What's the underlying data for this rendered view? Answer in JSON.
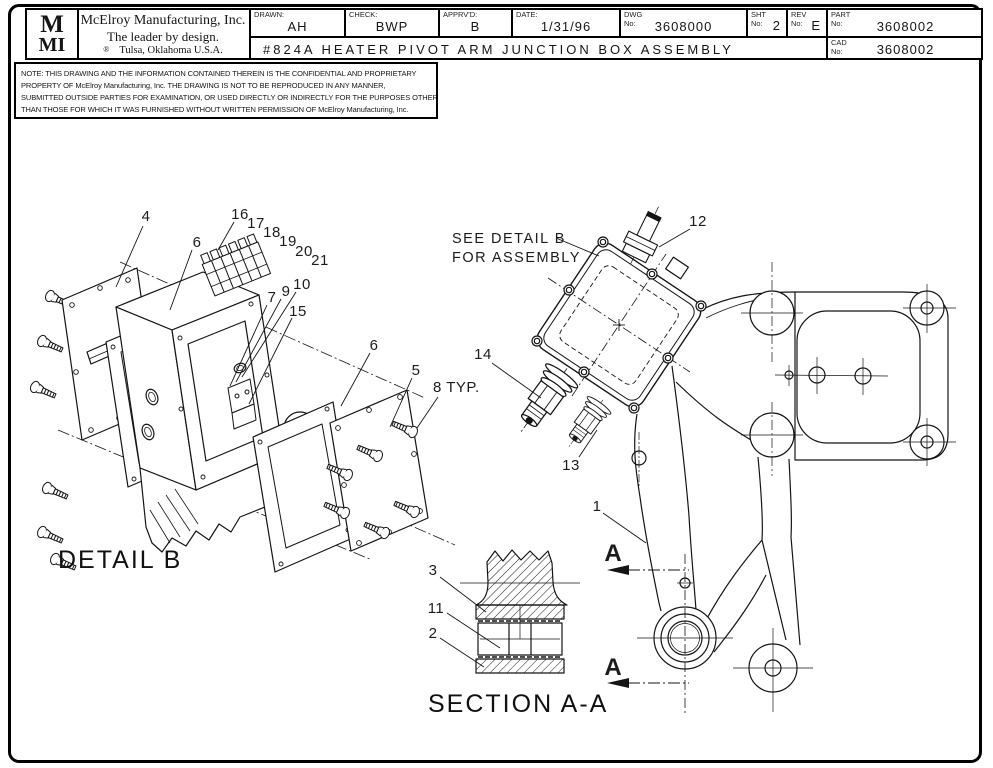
{
  "title_block": {
    "logo_top": "M",
    "logo_bottom": "MI",
    "company_name": "McElroy Manufacturing, Inc.",
    "tagline": "The leader by design.",
    "registered_mark": "®",
    "location": "Tulsa, Oklahoma U.S.A.",
    "drawn_label": "DRAWN:",
    "drawn_value": "AH",
    "check_label": "CHECK:",
    "check_value": "BWP",
    "apprvd_label": "APPRV'D:",
    "apprvd_value": "B",
    "date_label": "DATE:",
    "date_value": "1/31/96",
    "dwg_label1": "DWG",
    "dwg_label2": "No:",
    "dwg_value": "3608000",
    "sht_label1": "SHT",
    "sht_label2": "No:",
    "sht_value": "2",
    "rev_label1": "REV",
    "rev_label2": "No:",
    "rev_value": "E",
    "part_label1": "PART",
    "part_label2": "No:",
    "part_value": "3608002",
    "cad_label1": "CAD",
    "cad_label2": "No:",
    "cad_value": "3608002",
    "drawing_title": "#824A HEATER PIVOT ARM JUNCTION BOX ASSEMBLY"
  },
  "note": {
    "line1": "NOTE: THIS DRAWING AND THE INFORMATION CONTAINED THEREIN IS THE CONFIDENTIAL AND PROPRIETARY",
    "line2": "PROPERTY OF McElroy Manufacturing, Inc. THE DRAWING IS NOT TO BE REPRODUCED IN ANY MANNER,",
    "line3": "SUBMITTED OUTSIDE PARTIES FOR EXAMINATION, OR USED DIRECTLY OR INDIRECTLY FOR THE PURPOSES OTHER",
    "line4": "THAN THOSE FOR WHICH IT WAS FURNISHED WITHOUT WRITTEN PERMISSION OF McElroy Manufacturing, Inc."
  },
  "views": {
    "detail_b": {
      "label": "DETAIL B",
      "c4": "4",
      "c6a": "6",
      "c6b": "6",
      "c5": "5",
      "c8": "8 TYP.",
      "c7": "7",
      "c9": "9",
      "c10": "10",
      "c15": "15",
      "c16": "16",
      "c17": "17",
      "c18": "18",
      "c19": "19",
      "c20": "20",
      "c21": "21"
    },
    "main": {
      "see_detail_1": "SEE DETAIL B",
      "see_detail_2": "FOR ASSEMBLY",
      "c12": "12",
      "c14": "14",
      "c13": "13",
      "c1": "1",
      "section_marker": "A"
    },
    "section": {
      "label": "SECTION A-A",
      "c3": "3",
      "c11": "11",
      "c2": "2"
    }
  },
  "colors": {
    "ink": "#151515",
    "paper": "#ffffff"
  }
}
